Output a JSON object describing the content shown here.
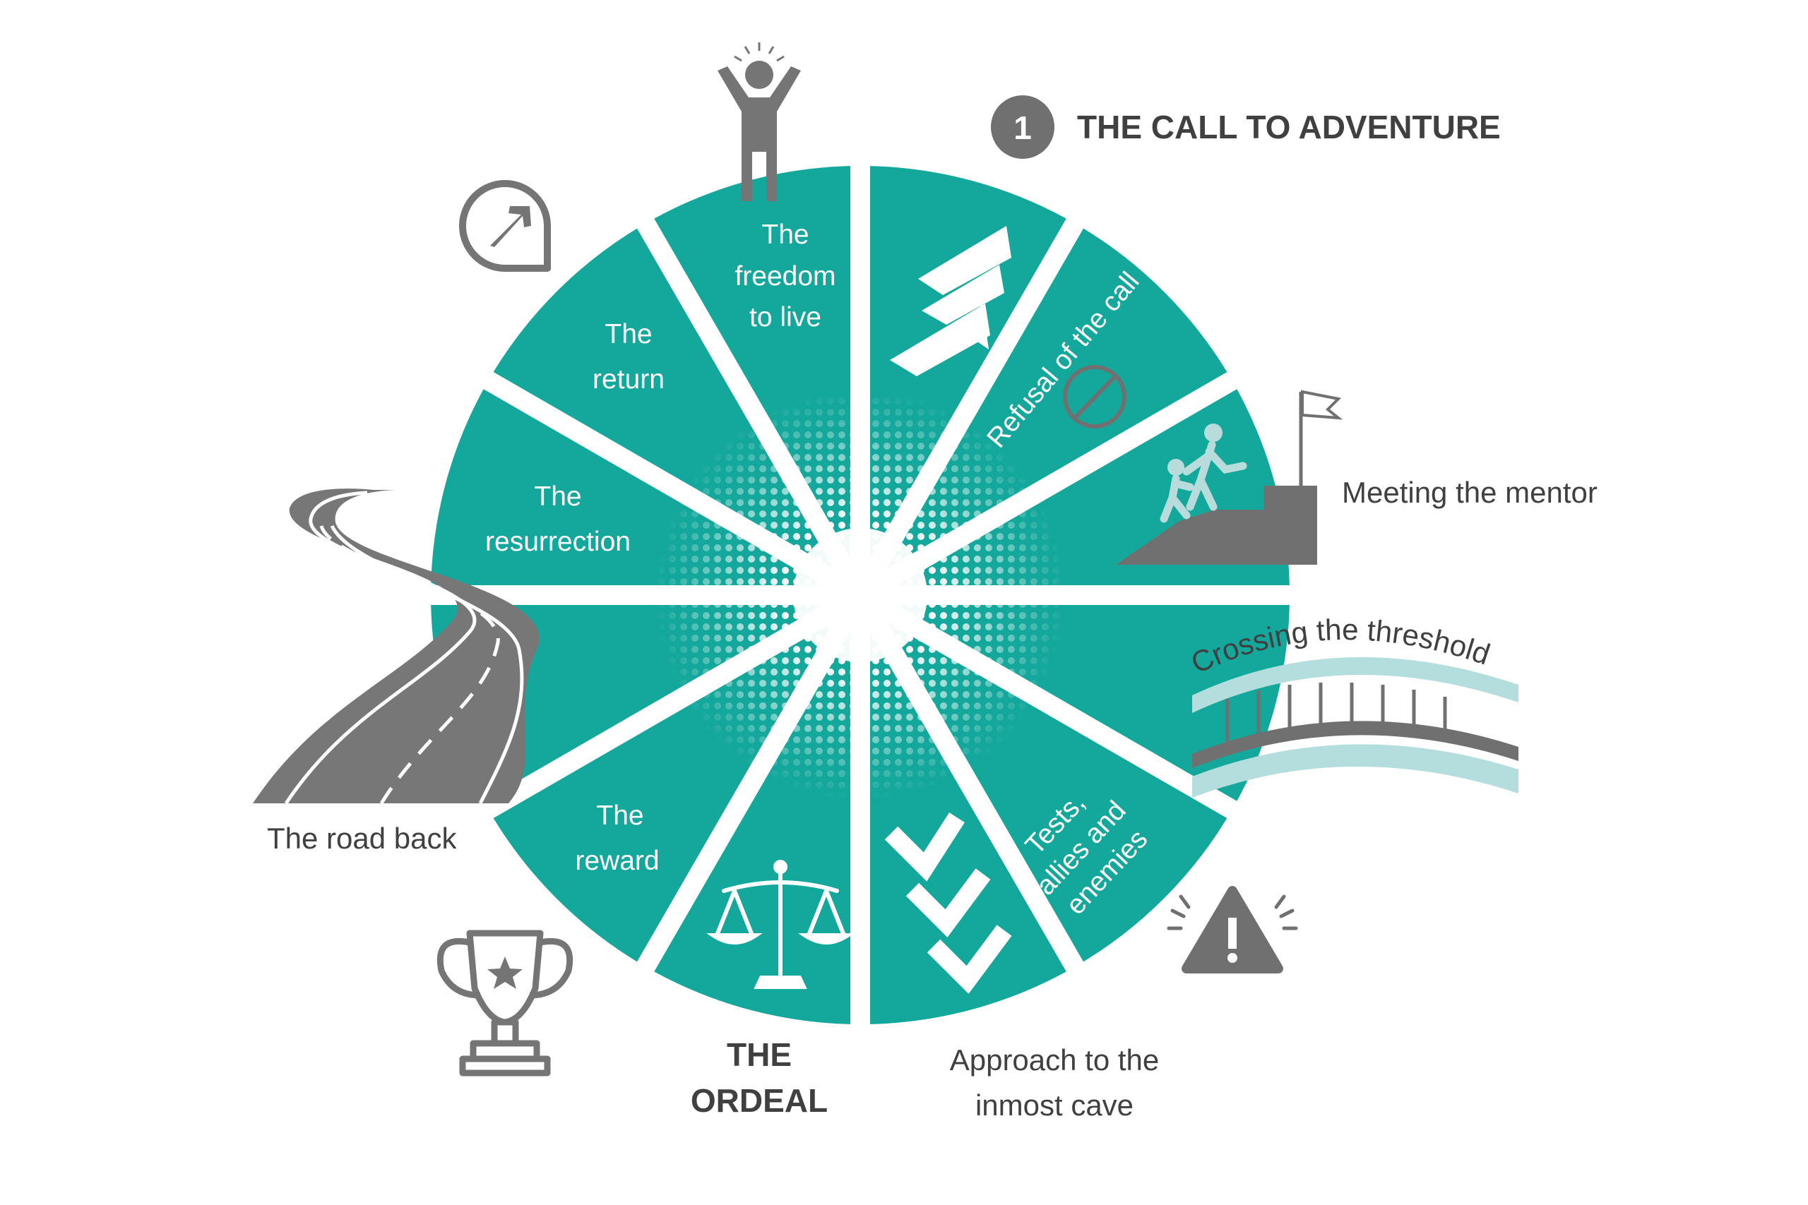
{
  "colors": {
    "teal": "#14a89c",
    "gray": "#757575",
    "dark_text": "#404040",
    "light_teal": "#b3dedd",
    "white": "#ffffff"
  },
  "header": {
    "step_number": "1",
    "title": "THE CALL TO ADVENTURE"
  },
  "segments": {
    "freedom": [
      "The",
      "freedom",
      "to live"
    ],
    "return": [
      "The",
      "return"
    ],
    "resurrection": [
      "The",
      "resurrection"
    ],
    "reward": [
      "The",
      "reward"
    ],
    "refusal": "Refusal of the call",
    "tests": [
      "Tests,",
      "allies and",
      "enemies"
    ]
  },
  "outer_labels": {
    "meeting_mentor": "Meeting the mentor",
    "crossing_threshold": "Crossing the threshold",
    "road_back": "The road back",
    "ordeal": [
      "THE",
      "ORDEAL"
    ],
    "approach": [
      "Approach to the",
      "inmost cave"
    ]
  },
  "icons": {
    "top": "person-arms-raised-icon",
    "return": "home-location-pin-icon",
    "road": "winding-road-icon",
    "trophy": "trophy-star-icon",
    "scales": "balance-scales-icon",
    "chevrons_up": "chevrons-up-icon",
    "chevrons_down": "chevrons-down-icon",
    "no_symbol": "prohibited-icon",
    "mentor": "climbers-flag-icon",
    "bridge": "bridge-icon",
    "warning": "warning-triangle-icon"
  }
}
